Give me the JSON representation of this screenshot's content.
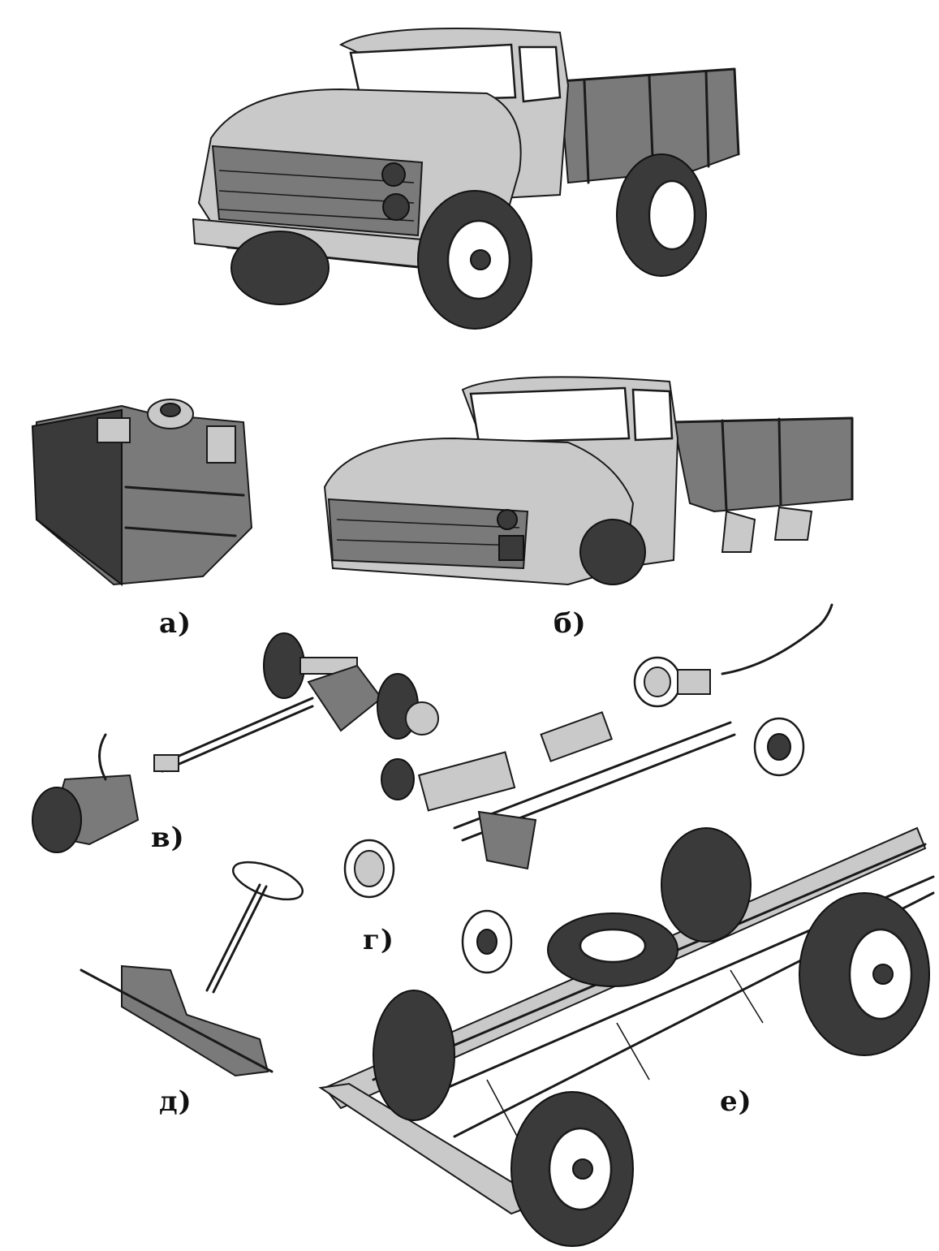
{
  "figure": {
    "labels": {
      "a": "а)",
      "b": "б)",
      "v": "в)",
      "g": "г)",
      "d": "д)",
      "e": "е)"
    }
  }
}
